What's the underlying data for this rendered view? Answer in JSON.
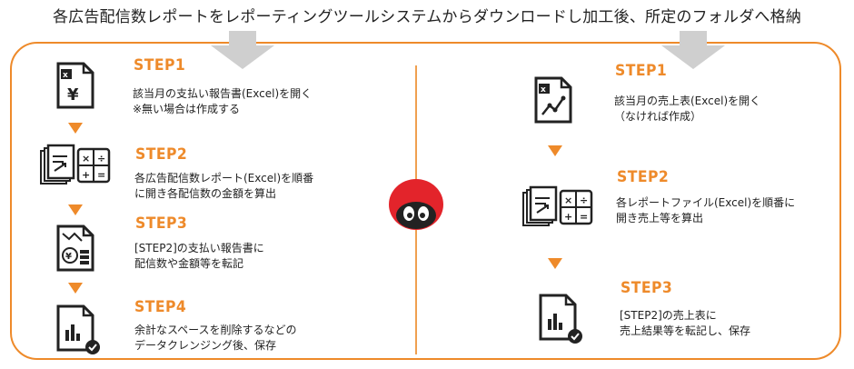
{
  "title": "各広告配信数レポートをレポーティングツールシステムからダウンロードし加工後、所定のフォルダへ格納",
  "colors": {
    "accent": "#ee8a2a",
    "arrow_gray": "#cfcfcf",
    "icon": "#222222",
    "mascot_red": "#e3242b"
  },
  "left": {
    "steps": [
      {
        "label": "STEP1",
        "desc": "該当月の支払い報告書(Excel)を開く\n※無い場合は作成する",
        "icon": "excel-yen-document-icon"
      },
      {
        "label": "STEP2",
        "desc": "各広告配信数レポート(Excel)を順番\nに開き各配信数の金額を算出",
        "icon": "reports-calculator-icon"
      },
      {
        "label": "STEP3",
        "desc": "[STEP2]の支払い報告書に\n配信数や金額等を転記",
        "icon": "transfer-coins-document-icon"
      },
      {
        "label": "STEP4",
        "desc": "余計なスペースを削除するなどの\nデータクレンジング後、保存",
        "icon": "chart-document-check-icon"
      }
    ]
  },
  "right": {
    "steps": [
      {
        "label": "STEP1",
        "desc": "該当月の売上表(Excel)を開く\n（なければ作成）",
        "icon": "excel-chart-document-icon"
      },
      {
        "label": "STEP2",
        "desc": "各レポートファイル(Excel)を順番に\n開き売上等を算出",
        "icon": "reports-calculator-icon"
      },
      {
        "label": "STEP3",
        "desc": "[STEP2]の売上表に\n売上結果等を転記し、保存",
        "icon": "chart-document-check-icon"
      }
    ]
  },
  "mascot": {
    "icon": "mascot-logo-icon"
  }
}
